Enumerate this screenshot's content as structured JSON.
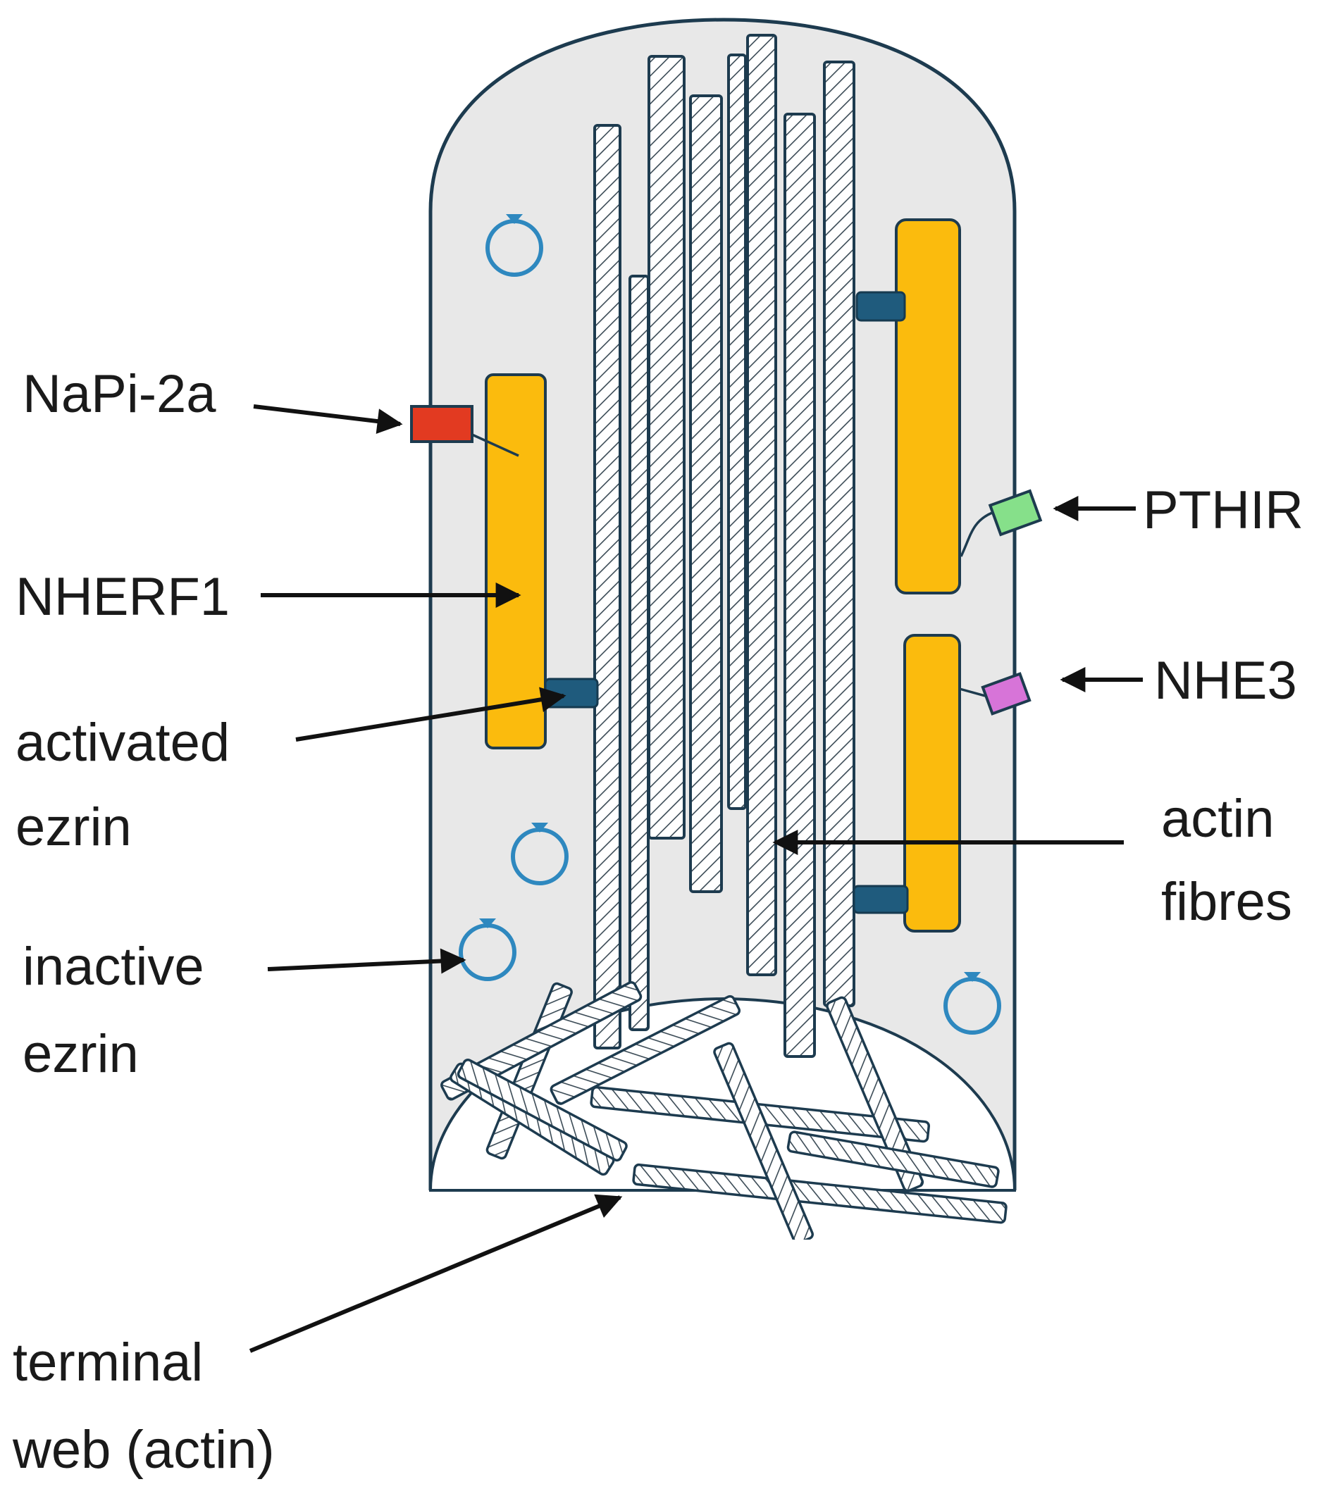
{
  "labels": {
    "napi": "NaPi-2a",
    "nherf1": "NHERF1",
    "activated_ezrin_1": "activated",
    "activated_ezrin_2": "ezrin",
    "inactive_ezrin_1": "inactive",
    "inactive_ezrin_2": "ezrin",
    "terminal_web_1": "terminal",
    "terminal_web_2": "web (actin)",
    "pthir": "PTHIR",
    "nhe3": "NHE3",
    "actin_fibres_1": "actin",
    "actin_fibres_2": "fibres"
  },
  "colors": {
    "cell_fill": "#e8e8e8",
    "outline": "#1d3b4f",
    "nherf1": "#fbbb0d",
    "napi": "#e23a21",
    "pthir": "#86e08a",
    "nhe3": "#d774d8",
    "ezrin_active": "#1f5b7d",
    "ezrin_inactive": "#2e88bf"
  }
}
